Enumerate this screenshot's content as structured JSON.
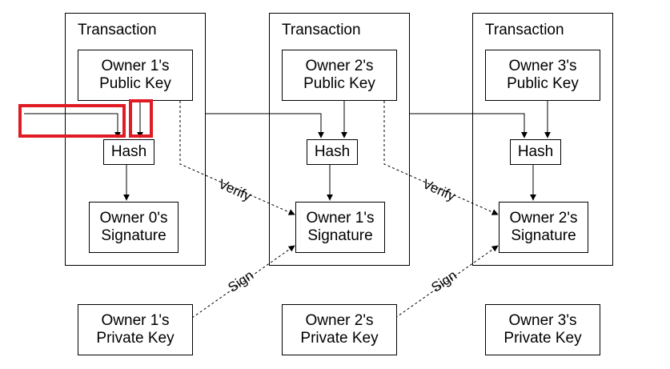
{
  "transactions": [
    {
      "title": "Transaction",
      "public_key": [
        "Owner 1's",
        "Public Key"
      ],
      "hash": "Hash",
      "signature": [
        "Owner 0's",
        "Signature"
      ]
    },
    {
      "title": "Transaction",
      "public_key": [
        "Owner 2's",
        "Public Key"
      ],
      "hash": "Hash",
      "signature": [
        "Owner 1's",
        "Signature"
      ]
    },
    {
      "title": "Transaction",
      "public_key": [
        "Owner 3's",
        "Public Key"
      ],
      "hash": "Hash",
      "signature": [
        "Owner 2's",
        "Signature"
      ]
    }
  ],
  "private_keys": [
    [
      "Owner 1's",
      "Private Key"
    ],
    [
      "Owner 2's",
      "Private Key"
    ],
    [
      "Owner 3's",
      "Private Key"
    ]
  ],
  "edge_labels": {
    "verify": "Verify",
    "sign": "Sign"
  },
  "colors": {
    "highlight": "#e01b24",
    "line": "#000000"
  }
}
